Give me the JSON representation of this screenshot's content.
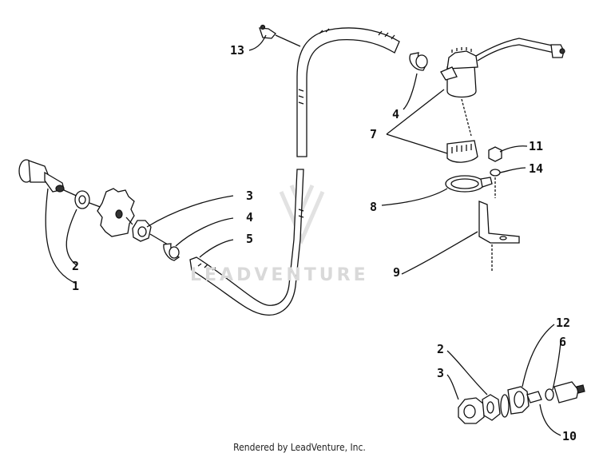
{
  "diagram": {
    "callouts": [
      {
        "id": "c13",
        "label": "13"
      },
      {
        "id": "c4a",
        "label": "4"
      },
      {
        "id": "c7",
        "label": "7"
      },
      {
        "id": "c11",
        "label": "11"
      },
      {
        "id": "c14",
        "label": "14"
      },
      {
        "id": "c8",
        "label": "8"
      },
      {
        "id": "c9",
        "label": "9"
      },
      {
        "id": "c3a",
        "label": "3"
      },
      {
        "id": "c4b",
        "label": "4"
      },
      {
        "id": "c5",
        "label": "5"
      },
      {
        "id": "c2a",
        "label": "2"
      },
      {
        "id": "c1",
        "label": "1"
      },
      {
        "id": "c2b",
        "label": "2"
      },
      {
        "id": "c3b",
        "label": "3"
      },
      {
        "id": "c12",
        "label": "12"
      },
      {
        "id": "c6",
        "label": "6"
      },
      {
        "id": "c10",
        "label": "10"
      }
    ],
    "watermark": "LEADVENTURE",
    "credit": "Rendered by LeadVenture, Inc."
  }
}
